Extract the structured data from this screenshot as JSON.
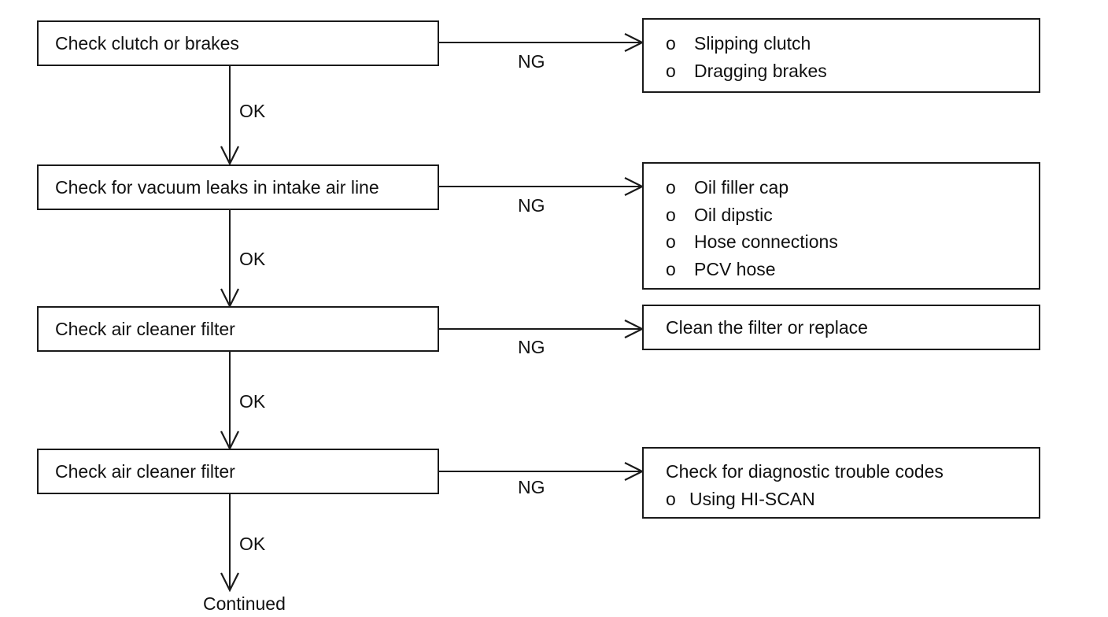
{
  "steps": [
    {
      "check": "Check clutch or brakes",
      "ng_label": "NG",
      "ok_label": "OK",
      "result": {
        "heading": "",
        "bullets": [
          "Slipping clutch",
          "Dragging brakes"
        ]
      }
    },
    {
      "check": "Check for vacuum leaks in intake air line",
      "ng_label": "NG",
      "ok_label": "OK",
      "result": {
        "heading": "",
        "bullets": [
          "Oil filler cap",
          "Oil dipstic",
          "Hose connections",
          "PCV hose"
        ]
      }
    },
    {
      "check": "Check air cleaner filter",
      "ng_label": "NG",
      "ok_label": "OK",
      "result": {
        "heading": "Clean the filter or replace",
        "bullets": []
      }
    },
    {
      "check": "Check air cleaner filter",
      "ng_label": "NG",
      "ok_label": "OK",
      "result": {
        "heading": "Check for diagnostic trouble codes",
        "bullets": [
          "Using HI-SCAN"
        ]
      }
    }
  ],
  "bullet_marker": "o",
  "continued": "Continued"
}
